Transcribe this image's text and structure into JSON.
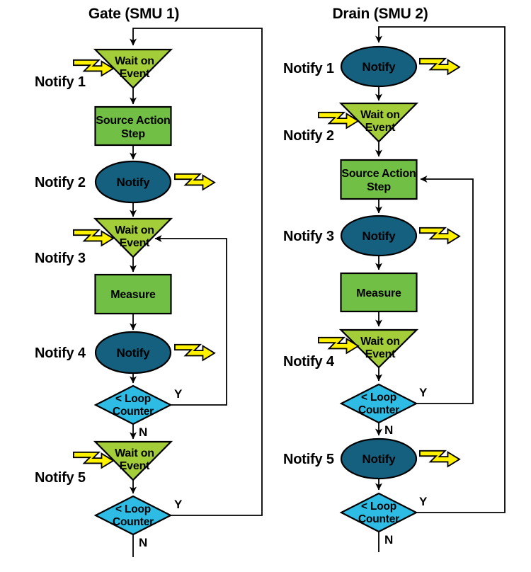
{
  "diagram": {
    "columns": {
      "left": {
        "title": "Gate (SMU 1)",
        "notify_labels": [
          "Notify 1",
          "Notify 2",
          "Notify 3",
          "Notify 4",
          "Notify 5"
        ]
      },
      "right": {
        "title": "Drain (SMU 2)",
        "notify_labels": [
          "Notify 1",
          "Notify 2",
          "Notify 3",
          "Notify 4",
          "Notify 5"
        ]
      }
    },
    "node_labels": {
      "wait_line1": "Wait on",
      "wait_line2": "Event",
      "source_line1": "Source Action",
      "source_line2": "Step",
      "notify": "Notify",
      "measure": "Measure",
      "loop_line1": "< Loop",
      "loop_line2": "Counter",
      "yes": "Y",
      "no": "N"
    },
    "colors": {
      "triangle_fill": "#a3ce3a",
      "rect_fill": "#71bf44",
      "ellipse_fill": "#15607f",
      "diamond_fill": "#2fbce4",
      "bolt_fill": "#fff200",
      "line": "#000000",
      "notify_text": "#ffffff"
    }
  }
}
